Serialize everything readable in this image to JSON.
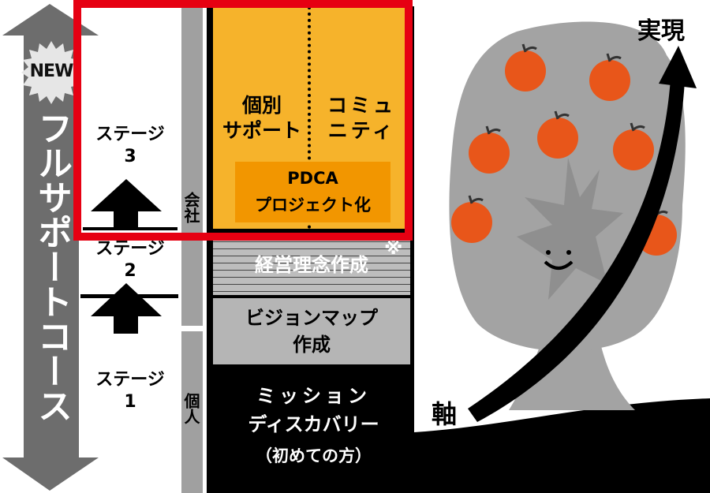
{
  "course": {
    "label": "フルサポートコース",
    "badge": "NEW"
  },
  "stages": [
    {
      "label": "ステージ",
      "number": "3"
    },
    {
      "label": "ステージ",
      "number": "2"
    },
    {
      "label": "ステージ",
      "number": "1"
    }
  ],
  "side_labels": {
    "company": "会社",
    "individual": "個人"
  },
  "stage3": {
    "left": {
      "line1": "個別",
      "line2": "サポート"
    },
    "right": {
      "line1": "コミュ",
      "line2": "ニティ"
    },
    "pdca": {
      "line1": "PDCA",
      "line2": "プロジェクト化"
    }
  },
  "stage2": {
    "philosophy": "経営理念作成",
    "note_mark": "※",
    "vision": {
      "line1": "ビジョンマップ",
      "line2": "作成"
    }
  },
  "stage1": {
    "line1": "ミッション",
    "line2": "ディスカバリー",
    "line3": "（初めての方）"
  },
  "tree": {
    "top_label": "実現",
    "axis_label": "軸"
  },
  "colors": {
    "orange": "#f6b32b",
    "pdca": "#f29600",
    "highlight": "#e60012",
    "apple": "#e8561a",
    "tree": "#a3a3a3",
    "arrow_gray": "#6d6d6d"
  }
}
